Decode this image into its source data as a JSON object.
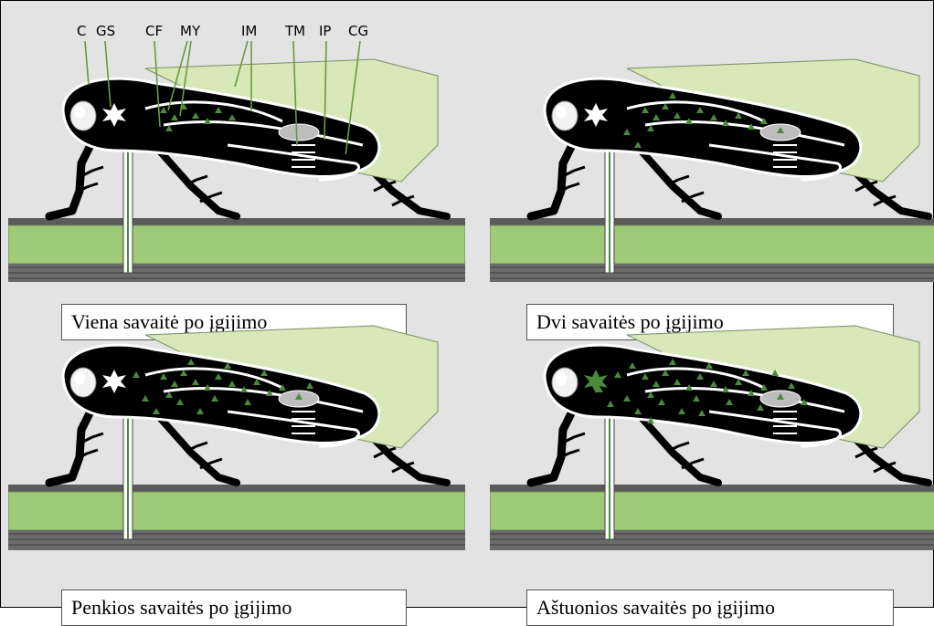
{
  "labels": [
    "C",
    "GS",
    "CF",
    "MY",
    "IM",
    "TM",
    "IP",
    "CG"
  ],
  "panels": [
    {
      "caption": "Viena savaitė po įgijimo",
      "infection_level": 1
    },
    {
      "caption": "Dvi savaitės po įgijimo",
      "infection_level": 2
    },
    {
      "caption": "Penkios savaitės po įgijimo",
      "infection_level": 3
    },
    {
      "caption": "Aštuonios savaitės po įgijimo",
      "infection_level": 4
    }
  ],
  "colors": {
    "background": "#e3e3e3",
    "insect": "#000000",
    "wing": "#d8e8b8",
    "stem": "#9fcb78",
    "pathogen": "#4a8a3a"
  }
}
